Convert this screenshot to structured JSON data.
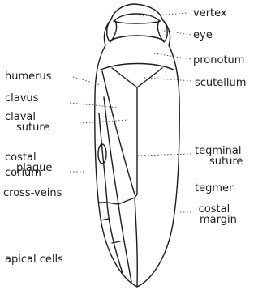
{
  "diagram": {
    "labels_right": {
      "vertex": "vertex",
      "eye": "eye",
      "pronotum": "pronotum",
      "scutellum": "scutellum",
      "tegminal_suture": [
        "tegminal",
        "suture"
      ],
      "tegmen": "tegmen",
      "costal_margin": [
        "costal",
        "margin"
      ]
    },
    "labels_left": {
      "humerus": "humerus",
      "clavus": "clavus",
      "claval_suture": [
        "claval",
        "suture"
      ],
      "costal_plaque": [
        "costal",
        "plaque"
      ],
      "corium": "corium",
      "cross_veins": "cross-veins",
      "apical_cells": "apical cells"
    },
    "colors": {
      "ink": "#1c1c1c",
      "leader": "#555555",
      "background": "#ffffff"
    }
  }
}
